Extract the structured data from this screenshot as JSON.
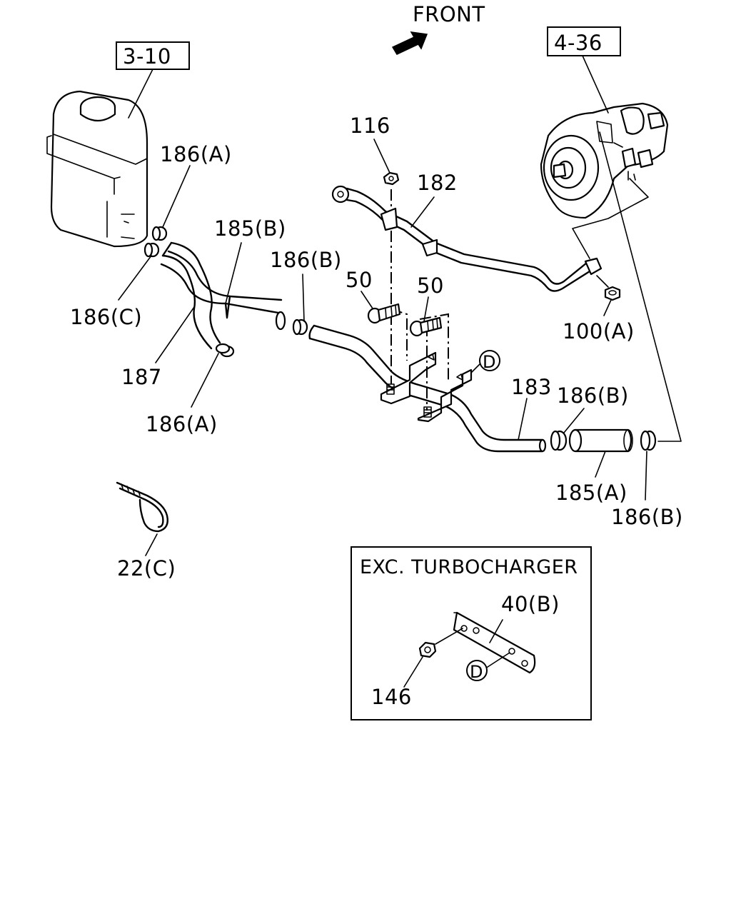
{
  "direction": {
    "label": "FRONT",
    "icon": "arrow-front-icon"
  },
  "section_refs": [
    "3-10",
    "4-36"
  ],
  "part_labels": [
    "186(A)",
    "185(B)",
    "186(B)",
    "186(C)",
    "187",
    "186(A)",
    "116",
    "182",
    "50",
    "50",
    "100(A)",
    "183",
    "186(B)",
    "185(A)",
    "186(B)",
    "22(C)"
  ],
  "connector_ref": "D",
  "inset": {
    "title": "EXC. TURBOCHARGER",
    "labels": [
      "40(B)",
      "146"
    ],
    "connector_ref": "D"
  }
}
